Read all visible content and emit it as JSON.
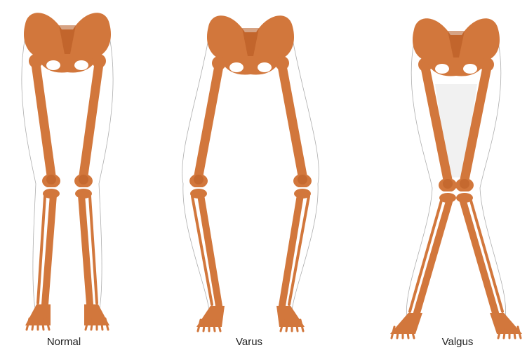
{
  "figures": [
    {
      "id": "normal",
      "label": "Normal"
    },
    {
      "id": "varus",
      "label": "Varus"
    },
    {
      "id": "valgus",
      "label": "Valgus"
    }
  ],
  "colors": {
    "bone": "#d2773c",
    "bone_dark": "#b5581f",
    "outline": "#9a9a9a",
    "valgus_shade": "#f1f1f1",
    "text": "#222222"
  }
}
